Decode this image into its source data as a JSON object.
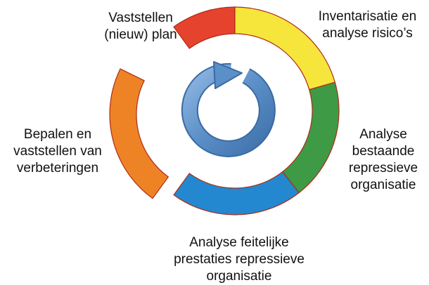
{
  "phases": [
    {
      "id": "plan",
      "lines": [
        "Vaststellen",
        "(nieuw) plan"
      ],
      "color": "#e5432d"
    },
    {
      "id": "risk",
      "lines": [
        "Inventarisatie en",
        "analyse risico’s"
      ],
      "color": "#f6e63b"
    },
    {
      "id": "existing",
      "lines": [
        "Analyse",
        "bestaande",
        "repressieve",
        "organisatie"
      ],
      "color": "#3e9a45"
    },
    {
      "id": "performance",
      "lines": [
        "Analyse feitelijke",
        "prestaties repressieve",
        "organisatie"
      ],
      "color": "#2388cf"
    },
    {
      "id": "improve",
      "lines": [
        "Bepalen en",
        "vaststellen van",
        "verbeteringen"
      ],
      "color": "#ee8326"
    }
  ],
  "center_icon": {
    "name": "cycle-refresh-icon",
    "color": "#5b8fc7"
  },
  "segment_stroke_color": "#b02a18"
}
